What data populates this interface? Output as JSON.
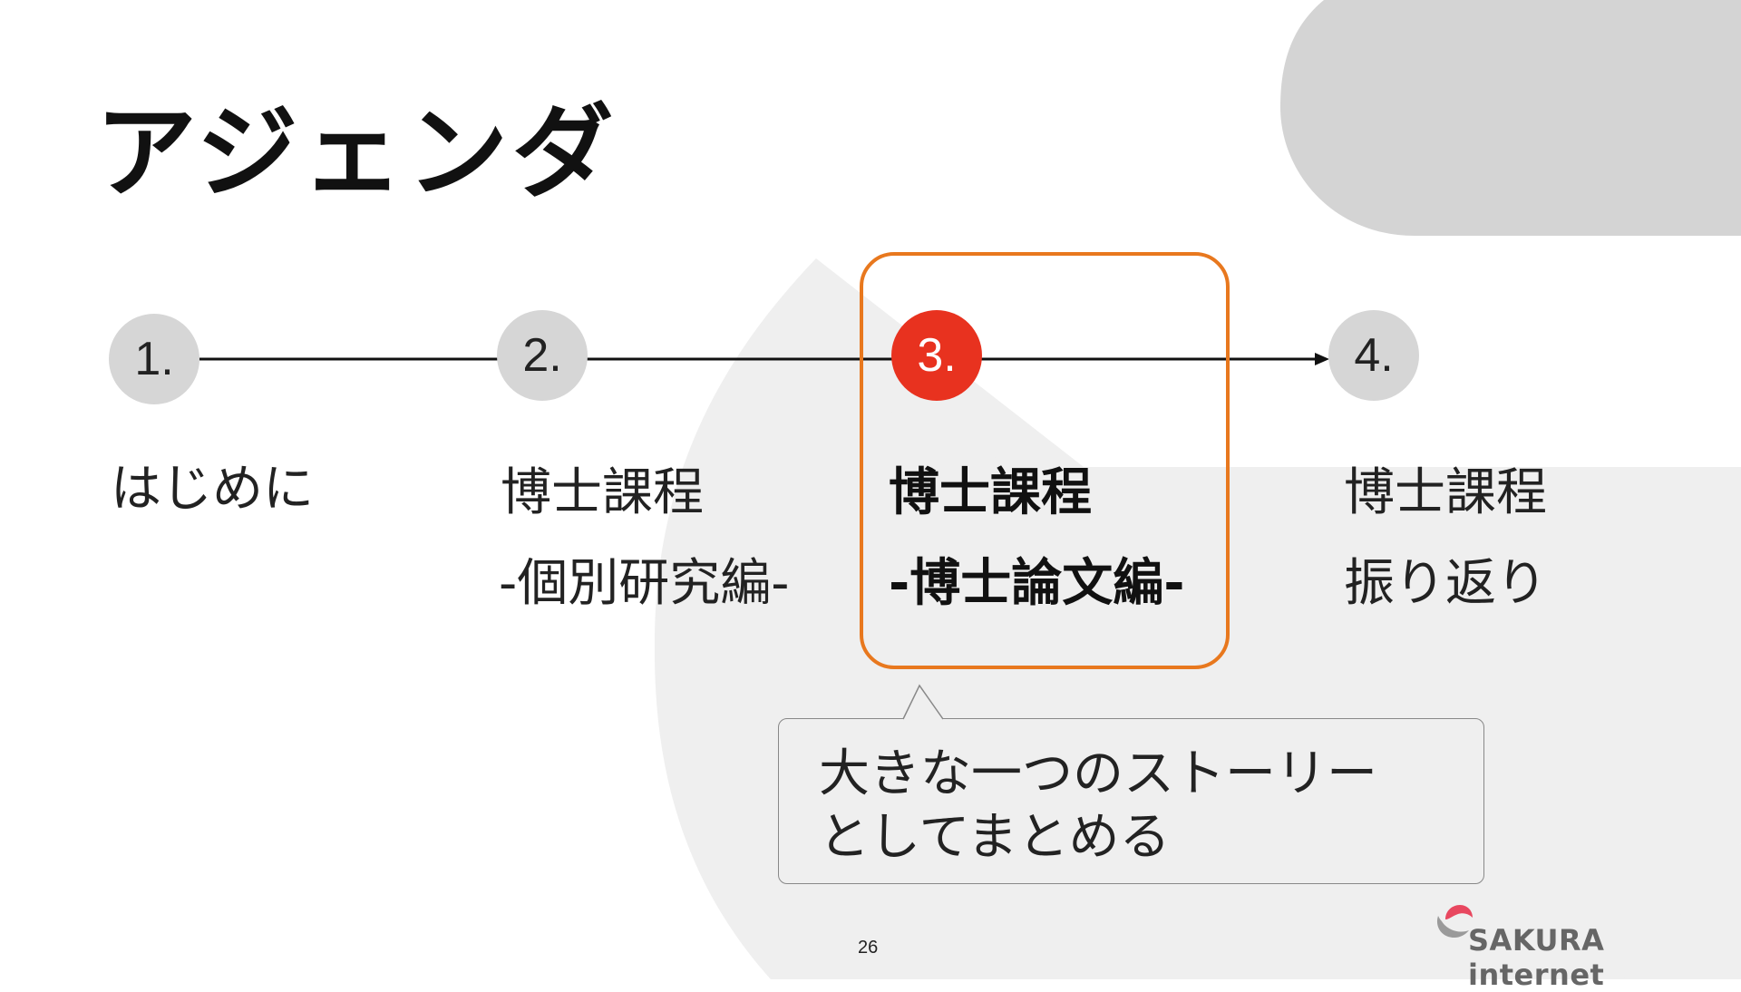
{
  "slide": {
    "title": "アジェンダ",
    "page_number": "26"
  },
  "agenda": {
    "steps": [
      {
        "number": "1.",
        "lines": [
          "はじめに"
        ],
        "active": false
      },
      {
        "number": "2.",
        "lines": [
          "博士課程",
          "-個別研究編-"
        ],
        "active": false
      },
      {
        "number": "3.",
        "lines": [
          "博士課程",
          "-博士論文編-"
        ],
        "active": true
      },
      {
        "number": "4.",
        "lines": [
          "博士課程",
          "振り返り"
        ],
        "active": false
      }
    ]
  },
  "callout": {
    "lines": [
      "大きな一つのストーリー",
      "としてまとめる"
    ]
  },
  "brand": {
    "name": "SAKURA internet"
  },
  "colors": {
    "active_circle": "#e8321f",
    "inactive_circle": "#d6d6d6",
    "highlight_border": "#e8781e",
    "background_shape": "#efefef",
    "background_shape_dark": "#d4d4d4",
    "logo_accent": "#e8475f"
  },
  "icons": {
    "logo": "sakura-logo-icon"
  }
}
